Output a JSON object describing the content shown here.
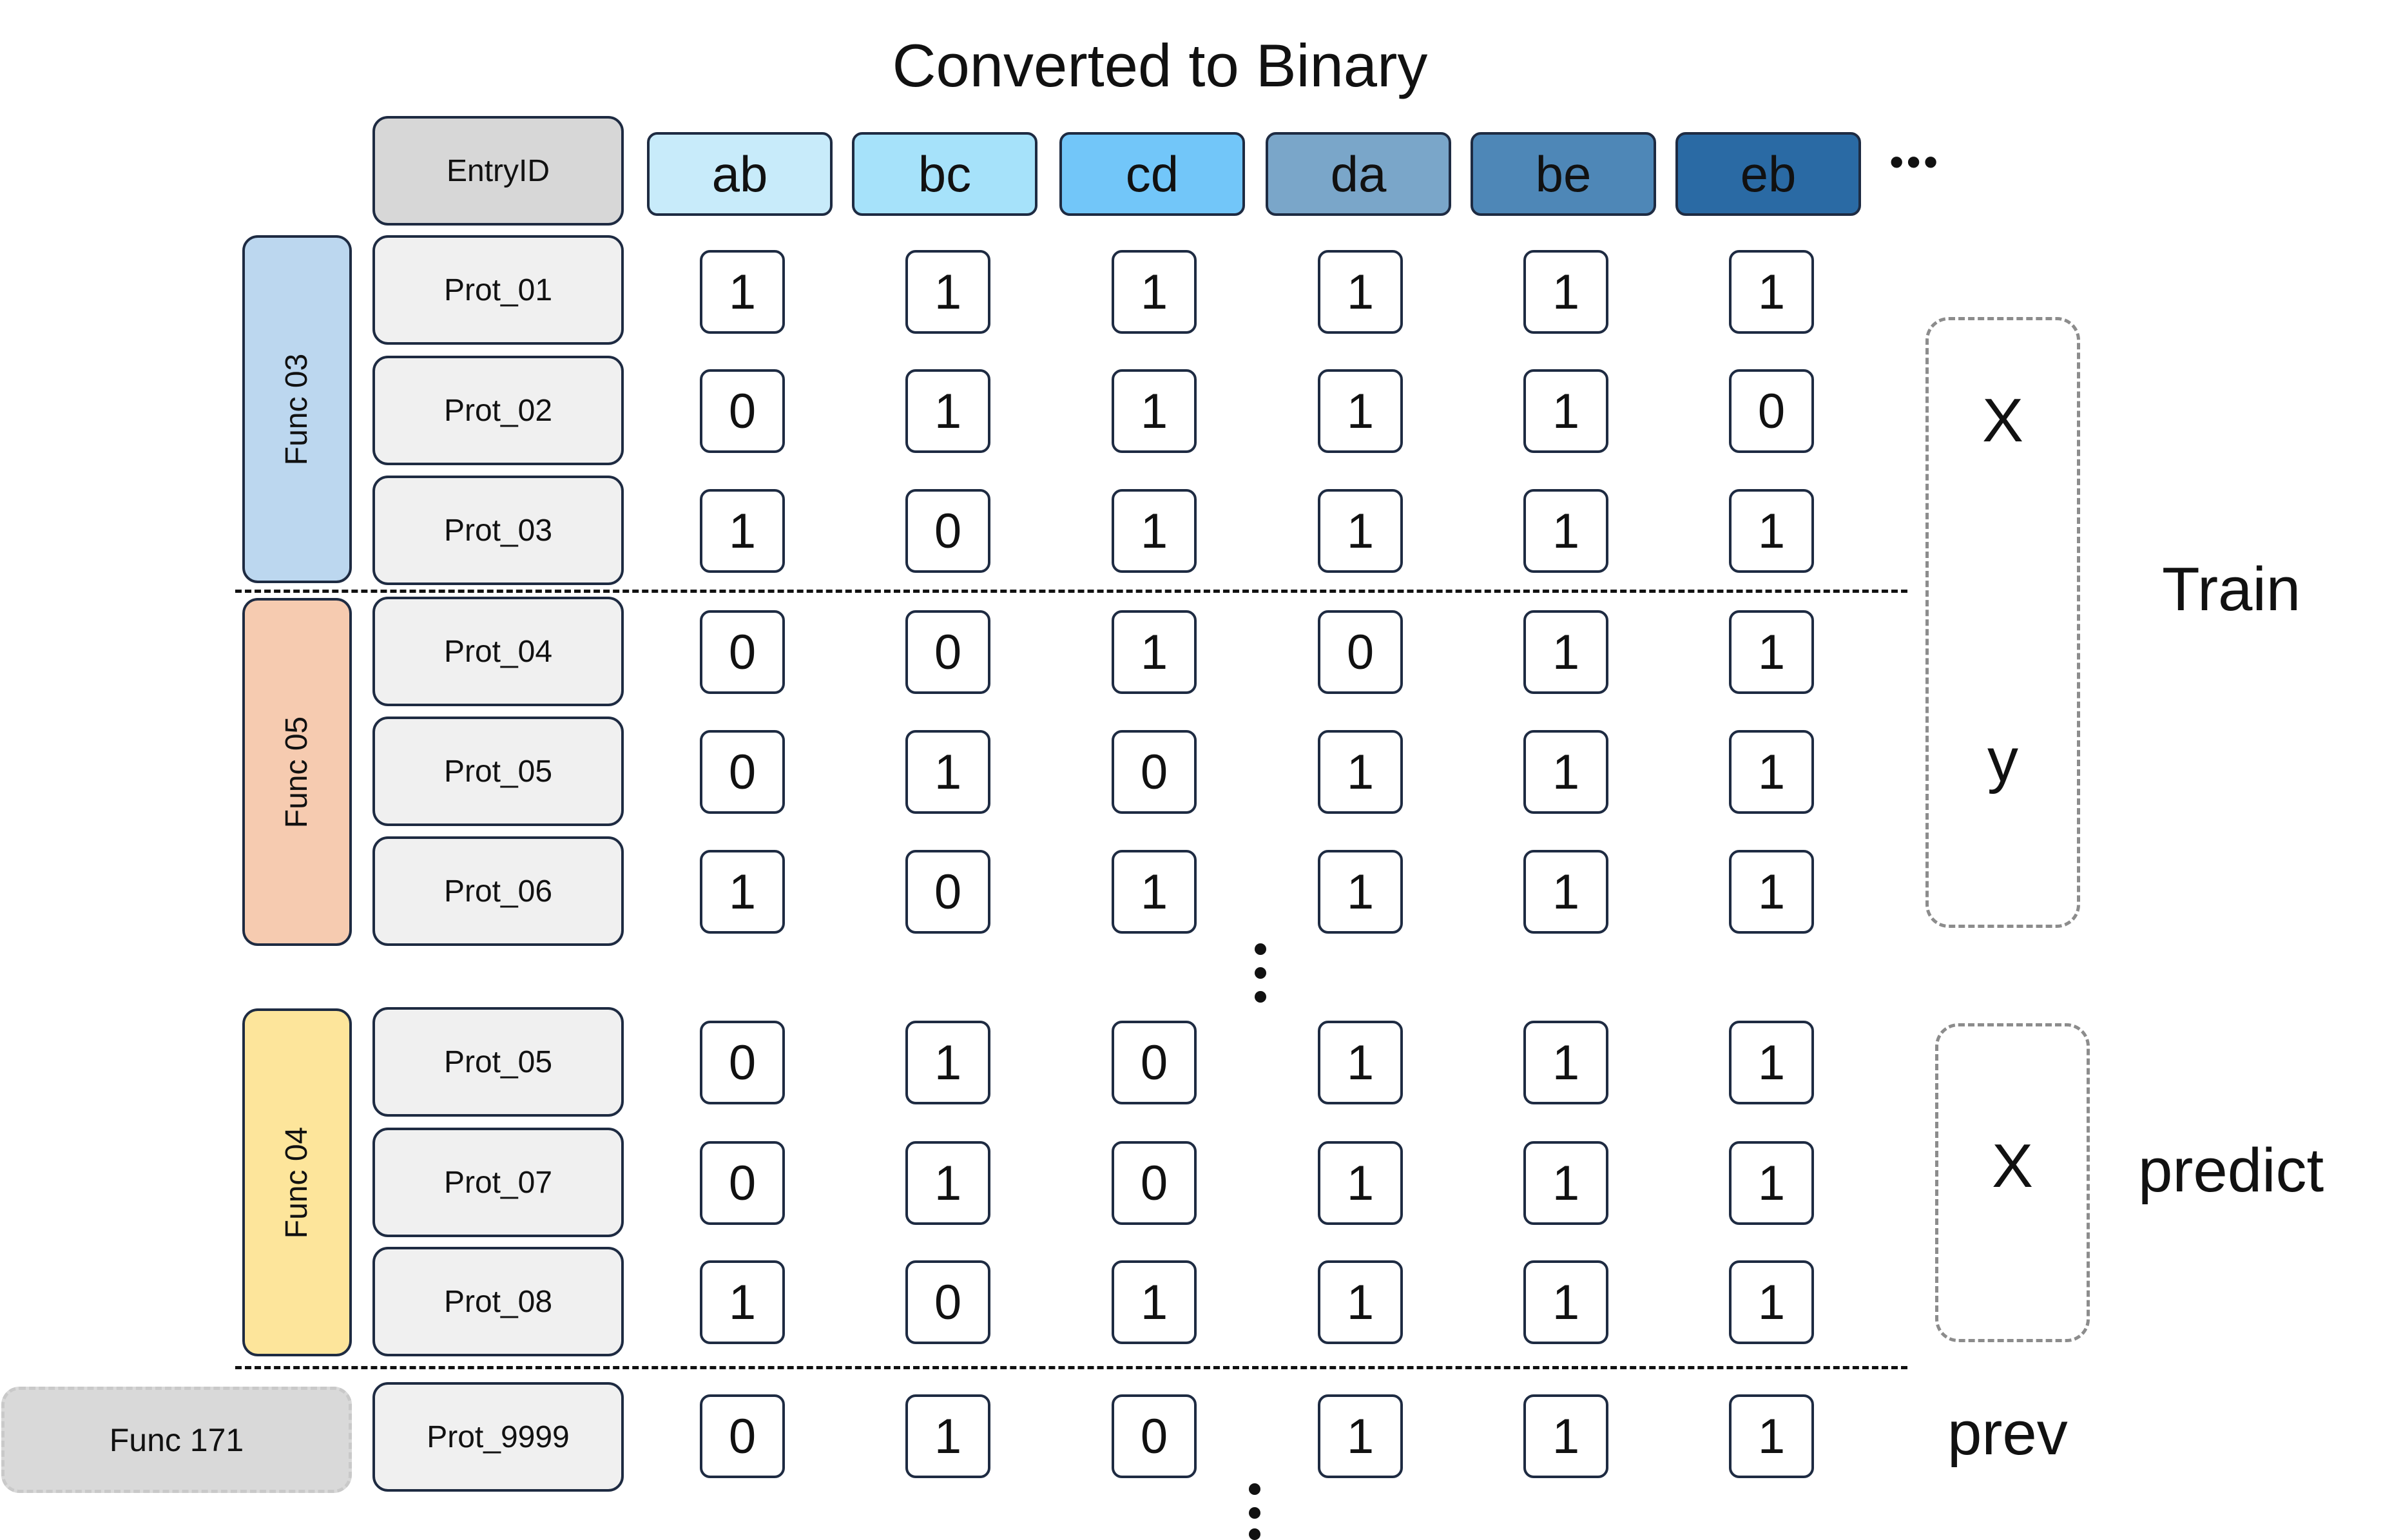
{
  "title": "Converted to Binary",
  "entry_header": "EntryID",
  "columns": [
    {
      "label": "ab",
      "color": "#c8ebfa"
    },
    {
      "label": "bc",
      "color": "#a6e2fa"
    },
    {
      "label": "cd",
      "color": "#72c6f9"
    },
    {
      "label": "da",
      "color": "#7aa6c9"
    },
    {
      "label": "be",
      "color": "#4e87b7"
    },
    {
      "label": "eb",
      "color": "#2a6aa4"
    }
  ],
  "columns_more": "•••",
  "groups": [
    {
      "label": "Func 03",
      "color": "#bcd7ef"
    },
    {
      "label": "Func 05",
      "color": "#f6cbb0"
    },
    {
      "label": "Func 04",
      "color": "#fde59b"
    },
    {
      "label": "Func 171",
      "color": "#d9d9d9"
    }
  ],
  "rows": [
    {
      "id": "Prot_01",
      "values": [
        "1",
        "1",
        "1",
        "1",
        "1",
        "1"
      ]
    },
    {
      "id": "Prot_02",
      "values": [
        "0",
        "1",
        "1",
        "1",
        "1",
        "0"
      ]
    },
    {
      "id": "Prot_03",
      "values": [
        "1",
        "0",
        "1",
        "1",
        "1",
        "1"
      ]
    },
    {
      "id": "Prot_04",
      "values": [
        "0",
        "0",
        "1",
        "0",
        "1",
        "1"
      ]
    },
    {
      "id": "Prot_05",
      "values": [
        "0",
        "1",
        "0",
        "1",
        "1",
        "1"
      ]
    },
    {
      "id": "Prot_06",
      "values": [
        "1",
        "0",
        "1",
        "1",
        "1",
        "1"
      ]
    },
    {
      "id": "Prot_05",
      "values": [
        "0",
        "1",
        "0",
        "1",
        "1",
        "1"
      ]
    },
    {
      "id": "Prot_07",
      "values": [
        "0",
        "1",
        "0",
        "1",
        "1",
        "1"
      ]
    },
    {
      "id": "Prot_08",
      "values": [
        "1",
        "0",
        "1",
        "1",
        "1",
        "1"
      ]
    },
    {
      "id": "Prot_9999",
      "values": [
        "0",
        "1",
        "0",
        "1",
        "1",
        "1"
      ]
    }
  ],
  "side_labels": {
    "train_x": "X",
    "train_y": "y",
    "train": "Train",
    "predict_x": "X",
    "predict": "predict",
    "prev": "prev"
  }
}
